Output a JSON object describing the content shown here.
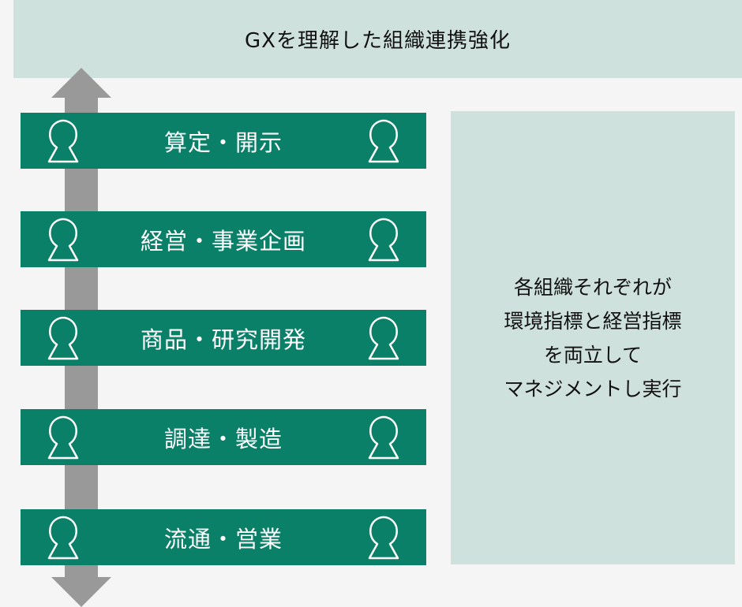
{
  "banner": {
    "text": "GXを理解した組織連携強化"
  },
  "roles": [
    {
      "label": "算定・開示"
    },
    {
      "label": "経営・事業企画"
    },
    {
      "label": "商品・研究開発"
    },
    {
      "label": "調達・製造"
    },
    {
      "label": "流通・営業"
    }
  ],
  "panel": {
    "lines": [
      "各組織それぞれが",
      "環境指標と経営指標",
      "を両立して",
      "マネジメントし実行"
    ]
  },
  "colors": {
    "banner_bg": "#cfe1dc",
    "role_bg": "#0a8069",
    "arrow": "#999999",
    "panel_bg": "#cfe1dc"
  },
  "icons": {
    "role_icon": "person-outline-icon",
    "arrow": "double-headed-vertical-arrow"
  }
}
